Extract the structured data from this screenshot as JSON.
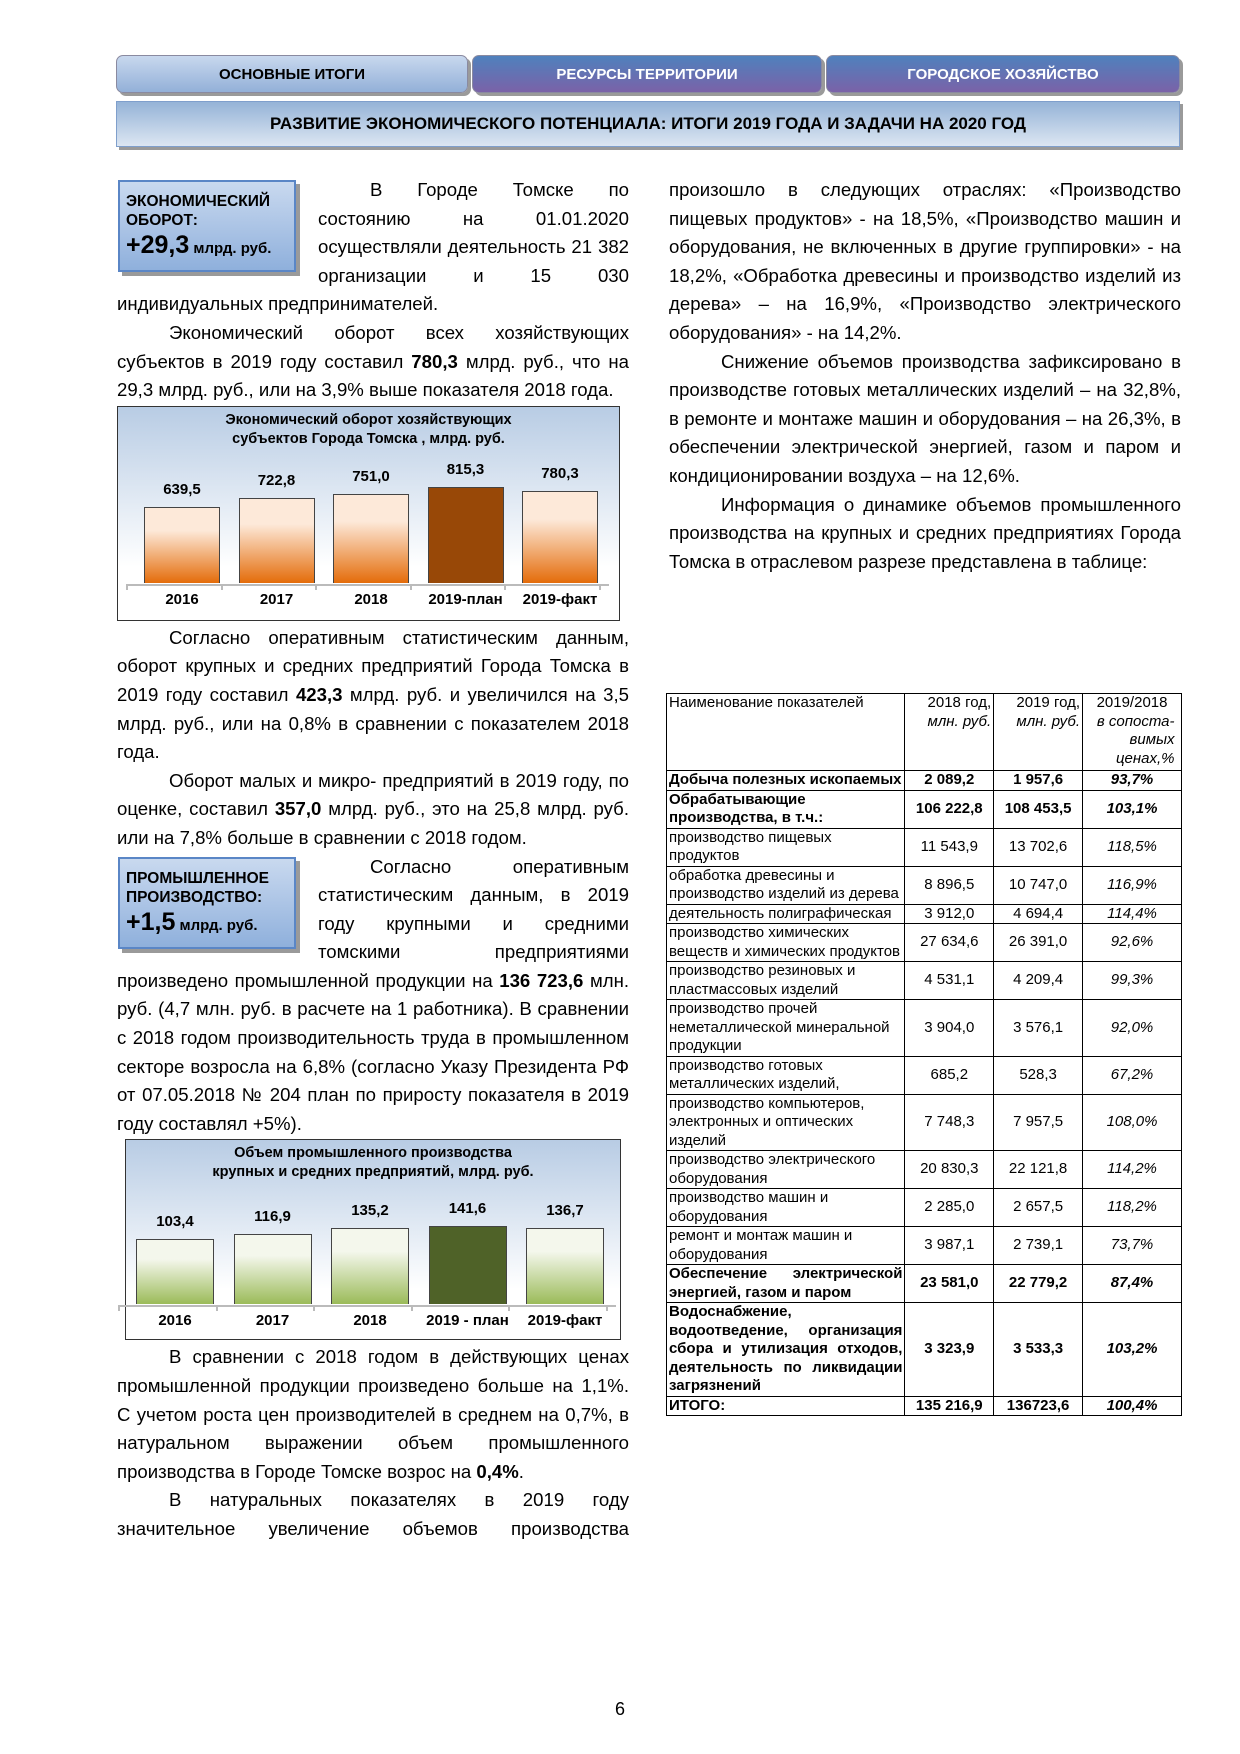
{
  "tabs": [
    "ОСНОВНЫЕ ИТОГИ",
    "РЕСУРСЫ ТЕРРИТОРИИ",
    "ГОРОДСКОЕ ХОЗЯЙСТВО"
  ],
  "title": "РАЗВИТИЕ ЭКОНОМИЧЕСКОГО ПОТЕНЦИАЛА: ИТОГИ 2019 ГОДА И ЗАДАЧИ НА 2020 ГОД",
  "box1": {
    "title": "ЭКОНОМИЧЕСКИЙ ОБОРОТ:",
    "value": "+29,3",
    "unit": " млрд. руб."
  },
  "box2": {
    "title": "ПРОМЫШЛЕННОЕ ПРОИЗВОДСТВО:",
    "value": "+1,5",
    "unit": " млрд. руб."
  },
  "left": {
    "p1": "В Городе Томске по состоянию на 01.01.2020 осуществляли деятельность 21 382 организации и 15 030 индивидуальных предпринимателей.",
    "p2": [
      "Экономический оборот всех хозяйствующих субъектов в 2019 году составил ",
      "780,3",
      " млрд. руб., что на 29,3 млрд. руб., или на 3,9% выше показателя 2018 года."
    ],
    "p3": [
      "Согласно оперативным статистическим данным, оборот крупных и средних предприятий Города Томска в 2019 году составил ",
      "423,3",
      " млрд. руб. и увеличился на 3,5 млрд. руб., или на 0,8% в сравнении с показателем 2018 года."
    ],
    "p4": [
      "Оборот малых и микро- предприятий в 2019 году, по оценке, составил ",
      "357,0",
      " млрд. руб., это на 25,8 млрд. руб. или на 7,8% больше в сравнении с 2018 годом."
    ],
    "p5": [
      "Согласно оперативным статистическим данным, в 2019 году крупными и средними томскими предприятиями произведено промышленной продукции на ",
      "136 723,6",
      " млн. руб. (4,7 млн. руб. в расчете на 1 работника). В сравнении с 2018 годом производительность труда в промышленном секторе возросла на 6,8% (согласно Указу Президента РФ от 07.05.2018 № 204 план по приросту показателя в 2019 году составлял +5%)."
    ],
    "p6": [
      "В сравнении с 2018 годом в действующих ценах промышленной продукции произведено больше на 1,1%. С учетом роста цен производителей в среднем на 0,7%, в натуральном выражении объем промышленного производства в Городе Томске возрос на ",
      "0,4%",
      "."
    ],
    "p7": "В натуральных показателях в 2019 году значительное увеличение объемов производства"
  },
  "right": {
    "p1": "произошло в следующих отраслях: «Производство пищевых продуктов» - на 18,5%, «Производство машин и оборудования, не включенных в другие группировки» - на 18,2%, «Обработка древесины и производство изделий из дерева» – на 16,9%, «Производство электрического оборудования» - на 14,2%.",
    "p2": "Снижение объемов производства зафиксировано в производстве готовых металлических изделий – на 32,8%, в ремонте и монтаже машин и оборудования – на 26,3%, в обеспечении электрической энергией, газом и паром и кондиционировании воздуха – на 12,6%.",
    "p3": "Информация о динамике объемов промышленного производства на крупных и средних предприятиях Города Томска в отраслевом разрезе представлена в таблице:"
  },
  "chart_data": [
    {
      "type": "bar",
      "title": "Экономический оборот хозяйствующих субъектов Города Томска , млрд. руб.",
      "title_lines": [
        "Экономический оборот хозяйствующих",
        "субъектов Города Томска , млрд. руб."
      ],
      "categories": [
        "2016",
        "2017",
        "2018",
        "2019-план",
        "2019-факт"
      ],
      "values": [
        639.5,
        722.8,
        751.0,
        815.3,
        780.3
      ],
      "labels": [
        "639,5",
        "722,8",
        "751,0",
        "815,3",
        "780,3"
      ],
      "highlight_index": 3,
      "colors": {
        "bar_top": "#fde9d9",
        "bar_bottom": "#e46c0a",
        "highlight": "#984807"
      },
      "ylim": [
        0,
        900
      ]
    },
    {
      "type": "bar",
      "title": "Объем промышленного производства крупных и средних предприятий, млрд. руб.",
      "title_lines": [
        "Объем промышленного производства",
        "крупных и средних предприятий, млрд. руб."
      ],
      "categories": [
        "2016",
        "2017",
        "2018",
        "2019 - план",
        "2019-факт"
      ],
      "values": [
        103.4,
        116.9,
        135.2,
        141.6,
        136.7
      ],
      "labels": [
        "103,4",
        "116,9",
        "135,2",
        "141,6",
        "136,7"
      ],
      "highlight_index": 3,
      "colors": {
        "bar_top": "#f4f7ec",
        "bar_bottom": "#9bbb59",
        "highlight": "#4f6228"
      },
      "ylim": [
        -100,
        160
      ]
    }
  ],
  "table": {
    "header": {
      "name": "Наименование показателей",
      "c2018": "2018 год,",
      "c2018_unit": "млн. руб.",
      "c2019": "2019 год,",
      "c2019_unit": "млн. руб.",
      "ratio": "2019/2018",
      "ratio_unit": "в сопоста-вимых ценах,%"
    },
    "rows": [
      {
        "name": "Добыча полезных ископаемых",
        "v2018": "2 089,2",
        "v2019": "1 957,6",
        "ratio": "93,7%",
        "bold": true
      },
      {
        "name": "Обрабатывающие производства, в т.ч.:",
        "v2018": "106 222,8",
        "v2019": "108 453,5",
        "ratio": "103,1%",
        "bold": true
      },
      {
        "name": "производство пищевых продуктов",
        "v2018": "11 543,9",
        "v2019": "13 702,6",
        "ratio": "118,5%",
        "bold": false
      },
      {
        "name": "обработка древесины и производство изделий из дерева",
        "v2018": "8 896,5",
        "v2019": "10 747,0",
        "ratio": "116,9%",
        "bold": false
      },
      {
        "name": "деятельность полиграфическая",
        "v2018": "3 912,0",
        "v2019": "4 694,4",
        "ratio": "114,4%",
        "bold": false
      },
      {
        "name": "производство химических веществ и химических продуктов",
        "v2018": "27 634,6",
        "v2019": "26 391,0",
        "ratio": "92,6%",
        "bold": false
      },
      {
        "name": "производство резиновых и пластмассовых изделий",
        "v2018": "4 531,1",
        "v2019": "4 209,4",
        "ratio": "99,3%",
        "bold": false
      },
      {
        "name": "производство прочей неметаллической минеральной продукции",
        "v2018": "3 904,0",
        "v2019": "3 576,1",
        "ratio": "92,0%",
        "bold": false
      },
      {
        "name": "производство готовых металлических изделий,",
        "v2018": "685,2",
        "v2019": "528,3",
        "ratio": "67,2%",
        "bold": false
      },
      {
        "name": "производство компьютеров, электронных и оптических изделий",
        "v2018": "7 748,3",
        "v2019": "7 957,5",
        "ratio": "108,0%",
        "bold": false
      },
      {
        "name": "производство электрического оборудования",
        "v2018": "20 830,3",
        "v2019": "22 121,8",
        "ratio": "114,2%",
        "bold": false
      },
      {
        "name": "производство машин и оборудования",
        "v2018": "2 285,0",
        "v2019": "2 657,5",
        "ratio": "118,2%",
        "bold": false
      },
      {
        "name": "ремонт и монтаж машин и оборудования",
        "v2018": "3 987,1",
        "v2019": "2 739,1",
        "ratio": "73,7%",
        "bold": false
      },
      {
        "name": "Обеспечение электрической энергией, газом и паром",
        "v2018": "23 581,0",
        "v2019": "22 779,2",
        "ratio": "87,4%",
        "bold": true
      },
      {
        "name": "Водоснабжение, водоотведение, организация сбора и утилизация отходов, деятельность по ликвидации загрязнений",
        "v2018": "3 323,9",
        "v2019": "3 533,3",
        "ratio": "103,2%",
        "bold": true
      },
      {
        "name": "ИТОГО:",
        "v2018": "135 216,9",
        "v2019": "136723,6",
        "ratio": "100,4%",
        "bold": true
      }
    ]
  },
  "page_number": "6"
}
